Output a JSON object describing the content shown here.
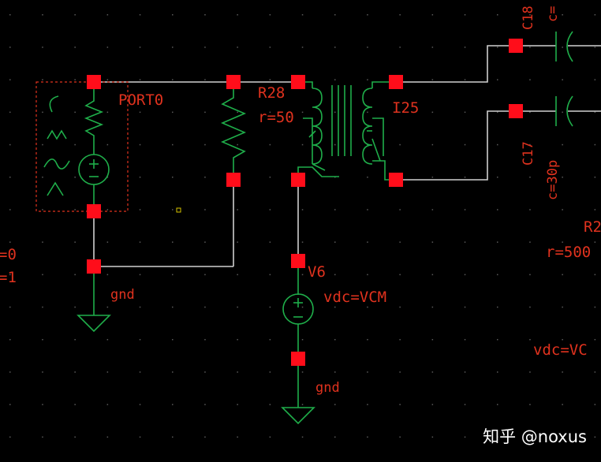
{
  "colors": {
    "background": "#000000",
    "wire": "#cfcfcf",
    "symbol": "#1fae4a",
    "pin": "#ff0d1a",
    "label": "#e0321e",
    "grid_dot": "#5a5a5a"
  },
  "labels": {
    "port": "PORT0",
    "resistor_name": "R28",
    "resistor_value": "r=50",
    "transformer": "I25",
    "cap_top_name": "C18",
    "cap_top_value": "c=",
    "cap_bottom_name": "C17",
    "cap_bottom_value": "c=30p",
    "vsource_name": "V6",
    "vsource_value": "vdc=VCM",
    "gnd_left": "gnd",
    "gnd_center": "gnd",
    "right_r_name": "R2",
    "right_r_value": "r=500",
    "right_vdc": "vdc=VC",
    "left_cut_1": "=0",
    "left_cut_2": "=1"
  },
  "watermark": "知乎 @noxus"
}
